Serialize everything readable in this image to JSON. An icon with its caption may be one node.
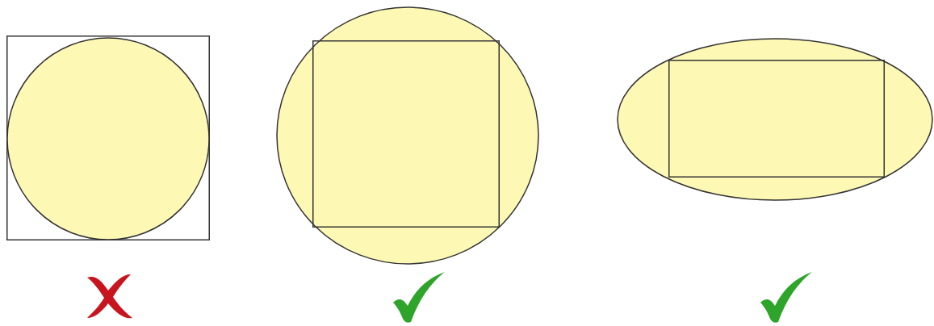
{
  "diagram": {
    "nodes": [
      {
        "text": [],
        "shape": "box"
      },
      {
        "text": [],
        "shape": "circle",
        "in": 0
      },
      {
        "text": [],
        "shape": "circle"
      },
      {
        "text": [],
        "shape": "box",
        "in": 2
      },
      {
        "text": [],
        "shape": "ellipse"
      },
      {
        "text": [],
        "shape": "box",
        "in": 4
      }
    ]
  }
}
